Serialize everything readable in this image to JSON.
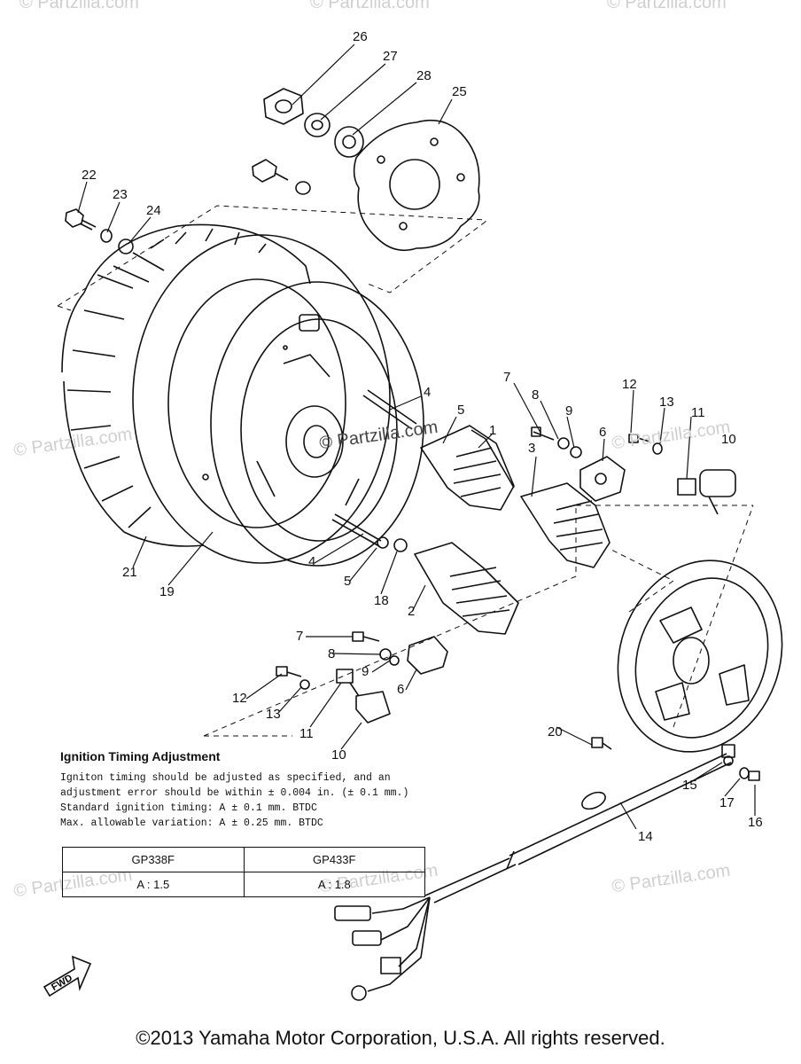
{
  "watermark": "© Partzilla.com",
  "callouts": [
    {
      "id": "26",
      "text": "26"
    },
    {
      "id": "27",
      "text": "27"
    },
    {
      "id": "28",
      "text": "28"
    },
    {
      "id": "25",
      "text": "25"
    },
    {
      "id": "22",
      "text": "22"
    },
    {
      "id": "23",
      "text": "23"
    },
    {
      "id": "24",
      "text": "24"
    },
    {
      "id": "4a",
      "text": "4"
    },
    {
      "id": "5a",
      "text": "5"
    },
    {
      "id": "7a",
      "text": "7"
    },
    {
      "id": "8a",
      "text": "8"
    },
    {
      "id": "9a",
      "text": "9"
    },
    {
      "id": "6a",
      "text": "6"
    },
    {
      "id": "12a",
      "text": "12"
    },
    {
      "id": "13a",
      "text": "13"
    },
    {
      "id": "11a",
      "text": "11"
    },
    {
      "id": "10a",
      "text": "10"
    },
    {
      "id": "3",
      "text": "3"
    },
    {
      "id": "1",
      "text": "1"
    },
    {
      "id": "21",
      "text": "21"
    },
    {
      "id": "19",
      "text": "19"
    },
    {
      "id": "4b",
      "text": "4"
    },
    {
      "id": "5b",
      "text": "5"
    },
    {
      "id": "18",
      "text": "18"
    },
    {
      "id": "2",
      "text": "2"
    },
    {
      "id": "7b",
      "text": "7"
    },
    {
      "id": "8b",
      "text": "8"
    },
    {
      "id": "9b",
      "text": "9"
    },
    {
      "id": "6b",
      "text": "6"
    },
    {
      "id": "12b",
      "text": "12"
    },
    {
      "id": "13b",
      "text": "13"
    },
    {
      "id": "11b",
      "text": "11"
    },
    {
      "id": "10b",
      "text": "10"
    },
    {
      "id": "20",
      "text": "20"
    },
    {
      "id": "15",
      "text": "15"
    },
    {
      "id": "17",
      "text": "17"
    },
    {
      "id": "16",
      "text": "16"
    },
    {
      "id": "14",
      "text": "14"
    }
  ],
  "timing": {
    "title": "Ignition Timing Adjustment",
    "lines": [
      "Igniton timing should be adjusted as specified, and an",
      "adjustment error should be within ± 0.004 in. (± 0.1 mm.)",
      "Standard ignition timing:  A ± 0.1 mm. BTDC",
      "Max. allowable variation:  A ± 0.25 mm. BTDC"
    ],
    "table": {
      "headers": [
        "GP338F",
        "GP433F"
      ],
      "values": [
        "A : 1.5",
        "A : 1.8"
      ]
    }
  },
  "fwd_label": "FWD",
  "copyright": "©2013 Yamaha Motor Corporation, U.S.A. All rights reserved."
}
